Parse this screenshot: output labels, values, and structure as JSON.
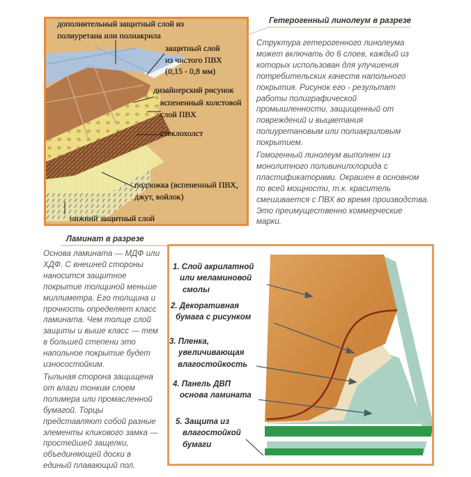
{
  "linoleum": {
    "title": "Гетерогенный линолеум в разрезе",
    "layers": [
      {
        "lines": [
          "дополнительный защитный слой из",
          "полиуретана или полиакрила"
        ]
      },
      {
        "lines": [
          "защитный слой",
          "из чистого ПВХ",
          "(0,15 - 0,8 мм)"
        ]
      },
      {
        "lines": [
          "дизайнерский рисунок"
        ]
      },
      {
        "lines": [
          "вспененный холстовой",
          "слой ПВХ"
        ]
      },
      {
        "lines": [
          "стеклохолст"
        ]
      },
      {
        "lines": [
          "подложка (вспененный ПВХ,",
          "джут, войлок)"
        ]
      },
      {
        "lines": [
          "нижний защитный слой"
        ]
      }
    ],
    "paragraph1": [
      "Структура гетерогенного линолеума",
      "может включать до 6 слоев, каждый из",
      "которых использован для улучшения",
      "потребительских качеств напольного",
      "покрытия. Рисунок его - результат",
      "работы полиграфической",
      "промышленности, защищенный от",
      "повреждений и выцветания",
      "полиуретановым или полиакриловым",
      "покрытием."
    ],
    "paragraph2": [
      "Гомогенный линолеум выполнен из",
      "монолитного поливинилхлорида с",
      "пластификаторами. Окрашен в основном",
      "по всей мощности, т.к. краситель",
      "смешивается с ПВХ во время производства.",
      "Это преимущественно коммерческие",
      "марки."
    ]
  },
  "laminate": {
    "title": "Ламинат в разрезе",
    "paragraph1": [
      "Основа ламината — МДФ или",
      "ХДФ. С внешней стороны",
      "наносится защитное",
      "покрытие толщиной меньше",
      "миллиметра. Его толщина и",
      "прочность определяет класс",
      "ламината. Чем толще слой",
      "защиты и выше класс — тем",
      "в большей степени это",
      "напольное покрытие будет",
      "износостойким."
    ],
    "paragraph2": [
      "Тыльная сторона защищена",
      "от влаги тонким слоем",
      "полимера или промасленной",
      "бумагой. Торцы",
      "представляют собой разные",
      "элементы кликового замка —",
      "простейшей защелки,",
      "объединяющей доски в",
      "единый плавающий пол."
    ],
    "layers": [
      {
        "lines": [
          "1. Слой акрилатной",
          "или меламиновой",
          "смолы"
        ]
      },
      {
        "lines": [
          "2. Декоративная",
          "бумага с рисунком"
        ]
      },
      {
        "lines": [
          "3. Пленка,",
          "увеличивающая",
          "влагостойкость"
        ]
      },
      {
        "lines": [
          "4. Панель ДВП",
          "основа ламината"
        ]
      },
      {
        "lines": [
          "5. Защита из",
          "влагостойкой",
          "бумаги"
        ]
      }
    ]
  },
  "colors": {
    "border": "#e88a3a",
    "box_bg": "#e2b97d",
    "wood": "#d9954a",
    "green": "#2e9a48"
  }
}
